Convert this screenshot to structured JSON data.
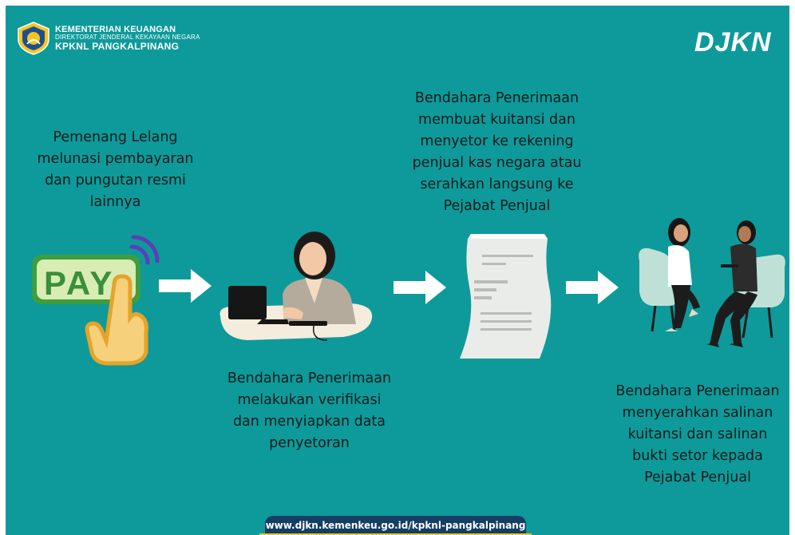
{
  "header": {
    "ministry": "KEMENTERIAN KEUANGAN",
    "directorate": "DIREKTORAT JENDERAL KEKAYAAN NEGARA",
    "office": "KPKNL PANGKALPINANG",
    "brand": "DJKN",
    "emblem_icon": "ministry-emblem-icon"
  },
  "steps": [
    {
      "text": "Pemenang Lelang\nmelunasi pembayaran\ndan pungutan resmi\nlainnya",
      "icon": "pay-button-icon",
      "icon_label": "PAY"
    },
    {
      "text": "Bendahara Penerimaan\nmelakukan verifikasi\ndan menyiapkan data\npenyetoran",
      "icon": "treasurer-at-laptop-icon"
    },
    {
      "text": "Bendahara Penerimaan\nmembuat kuitansi dan\nmenyetor ke rekening\npenjual kas negara atau\nserahkan langsung ke\nPejabat Penjual",
      "icon": "receipt-icon"
    },
    {
      "text": "Bendahara Penerimaan\nmenyerahkan salinan\nkuitansi dan salinan\nbukti setor kepada\nPejabat Penjual",
      "icon": "two-women-meeting-icon"
    }
  ],
  "footer": {
    "url": "www.djkn.kemenkeu.go.id/kpknl-pangkalpinang"
  },
  "colors": {
    "background": "#0e9a9a",
    "arrow": "#ffffff",
    "footer_bg": "#143e63",
    "footer_accent": "#f2c233",
    "text": "#0d1b1b"
  }
}
